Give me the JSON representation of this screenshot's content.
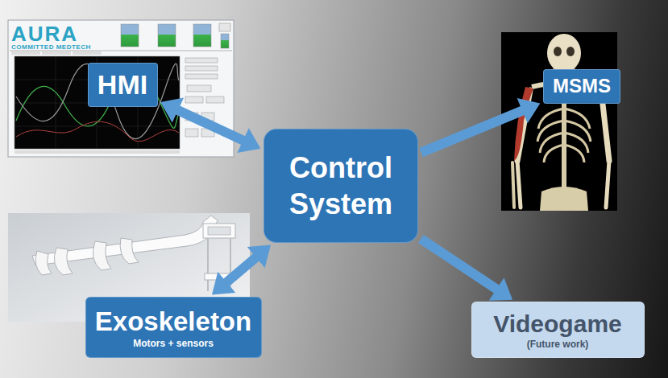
{
  "diagram": {
    "nodes": [
      {
        "text": [
          "HMI"
        ]
      },
      {
        "text": [
          "MSMS"
        ]
      },
      {
        "text": [
          "Control System"
        ]
      },
      {
        "text": [
          "Exoskeleton",
          "Motors + sensors"
        ]
      },
      {
        "text": [
          "Videogame",
          "(Future work)"
        ]
      }
    ],
    "edges": [
      {
        "from": 0,
        "to": 2,
        "arrow": "both"
      },
      {
        "from": 2,
        "to": 1,
        "arrow": "to"
      },
      {
        "from": 3,
        "to": 2,
        "arrow": "both"
      },
      {
        "from": 2,
        "to": 4,
        "arrow": "to"
      }
    ],
    "labels": [
      "AURA",
      "COMMITTED MEDTECH"
    ]
  }
}
